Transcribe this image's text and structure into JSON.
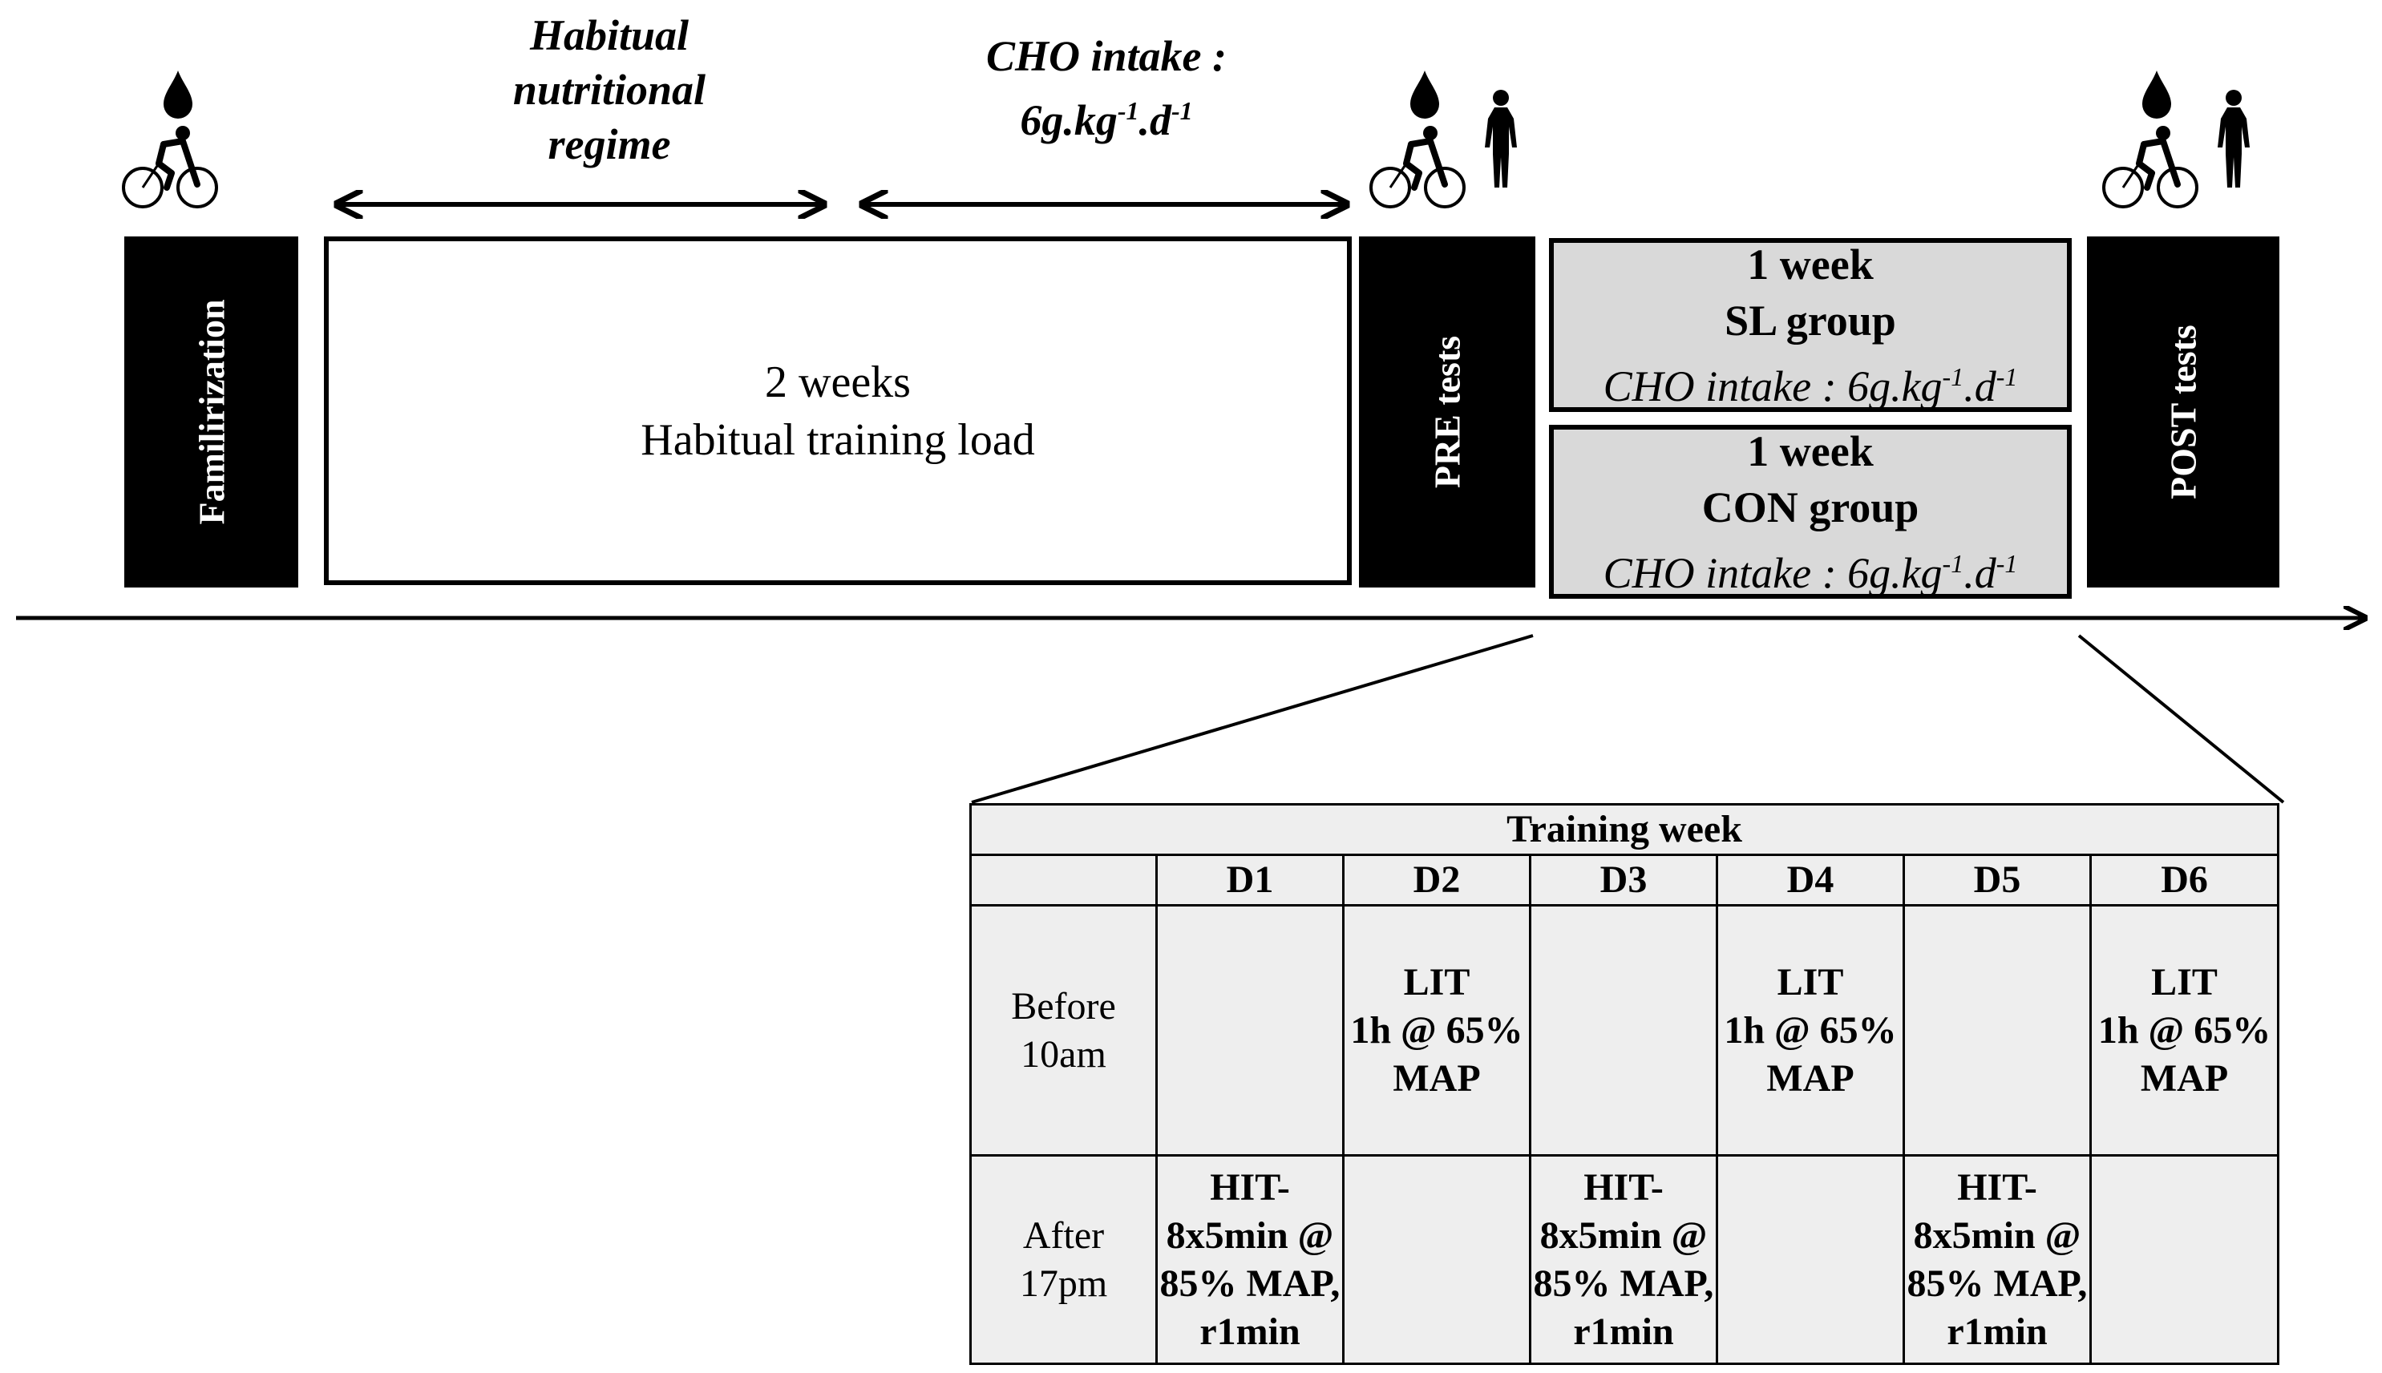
{
  "top_labels": {
    "habitual": [
      "Habitual",
      "nutritional",
      "regime"
    ],
    "cho": {
      "line1": "CHO intake :",
      "line2_prefix": "6g.kg",
      "line2_sup1": "-1",
      "line2_mid": ".d",
      "line2_sup2": "-1"
    }
  },
  "phases": {
    "familiarization": "Familirization",
    "pre_tests": "PRE tests",
    "post_tests": "POST tests",
    "habitual_box": {
      "line1": "2 weeks",
      "line2": "Habitual training load"
    }
  },
  "groups": [
    {
      "line1": "1 week",
      "line2": "SL group",
      "cho_prefix": "CHO intake : 6g.kg",
      "sup1": "-1",
      "mid": ".d",
      "sup2": "-1"
    },
    {
      "line1": "1 week",
      "line2": "CON group",
      "cho_prefix": "CHO intake : 6g.kg",
      "sup1": "-1",
      "mid": ".d",
      "sup2": "-1"
    }
  ],
  "icons": {
    "familiarization": [
      "drop-icon",
      "cyclist-icon"
    ],
    "pre_tests": [
      "drop-icon",
      "cyclist-icon",
      "body-icon"
    ],
    "post_tests": [
      "drop-icon",
      "cyclist-icon",
      "body-icon"
    ]
  },
  "training_week": {
    "title": "Training week",
    "days": [
      "D1",
      "D2",
      "D3",
      "D4",
      "D5",
      "D6"
    ],
    "rows": [
      {
        "label": [
          "Before",
          "10am"
        ],
        "cells": [
          [],
          [
            "LIT",
            "1h @ 65%",
            "MAP"
          ],
          [],
          [
            "LIT",
            "1h @ 65%",
            "MAP"
          ],
          [],
          [
            "LIT",
            "1h @ 65%",
            "MAP"
          ]
        ]
      },
      {
        "label": [
          "After",
          "17pm"
        ],
        "cells": [
          [
            "HIT-",
            "8x5min @",
            "85% MAP,",
            "r1min"
          ],
          [],
          [
            "HIT-",
            "8x5min @",
            "85% MAP,",
            "r1min"
          ],
          [],
          [
            "HIT-",
            "8x5min @",
            "85% MAP,",
            "r1min"
          ],
          []
        ]
      }
    ]
  }
}
